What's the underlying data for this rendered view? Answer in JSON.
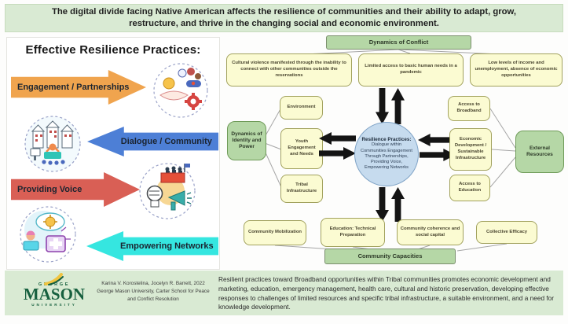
{
  "banner": {
    "text": "The digital divide facing Native American affects the resilience of communities and their ability to adapt, grow, restructure, and thrive in the changing social and economic environment."
  },
  "left_panel": {
    "title": "Effective Resilience Practices:",
    "arrows": [
      {
        "label": "Engagement / Partnerships",
        "direction": "right",
        "color": "#f0a44e",
        "icon": "partnership-icon"
      },
      {
        "label": "Dialogue / Community",
        "direction": "left",
        "color": "#4d7fd6",
        "icon": "community-icon"
      },
      {
        "label": "Providing Voice",
        "direction": "right",
        "color": "#d95f55",
        "icon": "voice-icon"
      },
      {
        "label": "Empowering Networks",
        "direction": "left",
        "color": "#35e6e0",
        "icon": "network-icon"
      }
    ]
  },
  "diagram": {
    "top_header": "Dynamics of Conflict",
    "top_boxes": [
      "Cultural violence manifested through the inability to connect with other communities outside the reservations",
      "Limited access to basic human needs in a pandemic",
      "Low levels of income and unemployment, absence of economic opportunities"
    ],
    "left_header": "Dynamics of Identity and Power",
    "left_boxes": [
      "Environment",
      "Youth Engagement and Needs",
      "Tribal Infrastructure"
    ],
    "center": {
      "title": "Resilience Practices:",
      "body": "Dialogue within Communities Engagement Through Partnerships, Providing Voice, Empowering Networks"
    },
    "right_boxes": [
      "Access to Broadband",
      "Economic Development / Sustainable Infrastructure",
      "Access to Education"
    ],
    "right_header": "External Resources",
    "bottom_boxes": [
      "Community Mobilization",
      "Education: Technical Preparation",
      "Community coherence and social capital",
      "Collective Efficacy"
    ],
    "bottom_header": "Community Capacities"
  },
  "footer": {
    "logo": {
      "top": "GEORGE",
      "name": "MASON",
      "bottom": "UNIVERSITY"
    },
    "credit": "Karina V. Korostelina, Jocelyn R. Barrett, 2022 George Mason University, Carter School for Peace and Conflict Resolution",
    "description": "Resilient practices toward Broadband opportunities within Tribal communities promotes economic development and marketing, education, emergency management, health care, cultural and historic preservation, developing effective responses to challenges of limited resources and specific tribal infrastructure, a suitable environment, and a need for knowledge development."
  },
  "colors": {
    "band_green": "#d9ead3",
    "box_green": "#b5d7a6",
    "box_yellow": "#fbfbd2",
    "circle_blue": "#c6dbee",
    "arrow_black": "#141414",
    "mason_green": "#17603f"
  }
}
